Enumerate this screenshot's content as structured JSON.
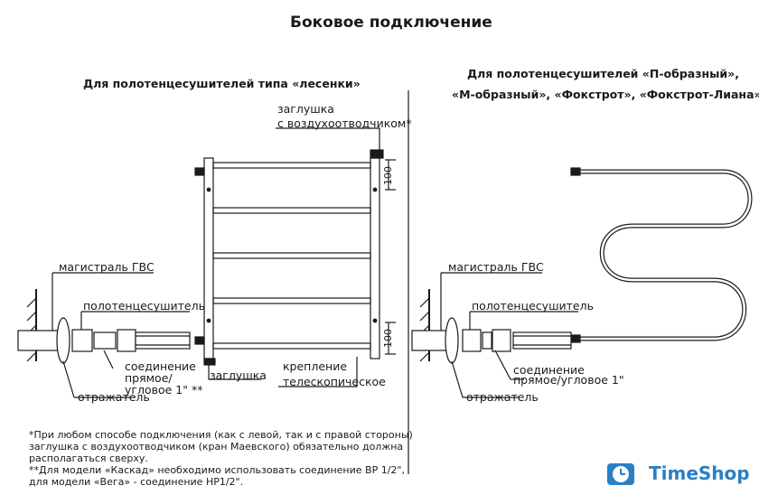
{
  "title": "Боковое подключение",
  "left": {
    "heading": "Для полотенцесушителей типа «лесенки»",
    "plug_air_1": "заглушка",
    "plug_air_2": "с воздухоотводчиком*",
    "dim_top": "100",
    "dim_bottom": "100",
    "main_hot": "магистраль ГВС",
    "dryer": "полотенцесушитель",
    "conn_1": "соединение",
    "conn_2": "прямое/",
    "conn_3": "угловое 1\" **",
    "plug": "заглушка",
    "reflector": "отражатель",
    "mount_1": "крепление",
    "mount_2": "телескопическое"
  },
  "right": {
    "heading_1": "Для полотенцесушителей  «П-образный»,",
    "heading_2": "«М-образный», «Фокстрот», «Фокстрот-Лиана»",
    "main_hot": "магистраль ГВС",
    "dryer": "полотенцесушитель",
    "conn_1": "соединение",
    "conn_2": "прямое/угловое 1\"",
    "reflector": "отражатель"
  },
  "notes": [
    "*При любом способе подключения (как с левой, так и с правой стороны)",
    "заглушка с воздухоотводчиком (кран Маевского) обязательно должна",
    "располагаться сверху.",
    "**Для модели «Каскад» необходимо использовать соединение ВР 1/2\",",
    "   для модели «Вега» - соединение НР1/2\"."
  ],
  "brand": "TimeShop",
  "colors": {
    "ink": "#1a1a1a",
    "brand": "#2b7fc4"
  }
}
